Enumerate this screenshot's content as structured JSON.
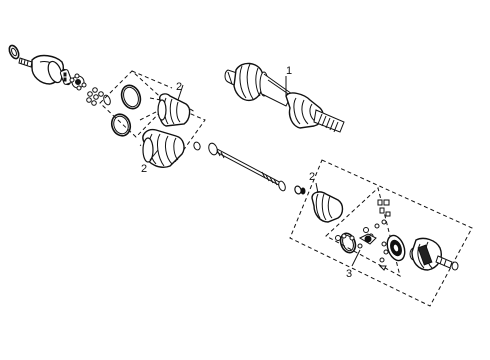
{
  "callouts": [
    {
      "id": "callout-1",
      "label": "1"
    },
    {
      "id": "callout-2-upper",
      "label": "2"
    },
    {
      "id": "callout-2-lower",
      "label": "2"
    },
    {
      "id": "callout-2-right",
      "label": "2"
    },
    {
      "id": "callout-3",
      "label": "3"
    }
  ],
  "colors": {
    "line": "#111111",
    "fill": "#ffffff",
    "shade": "#333333"
  }
}
